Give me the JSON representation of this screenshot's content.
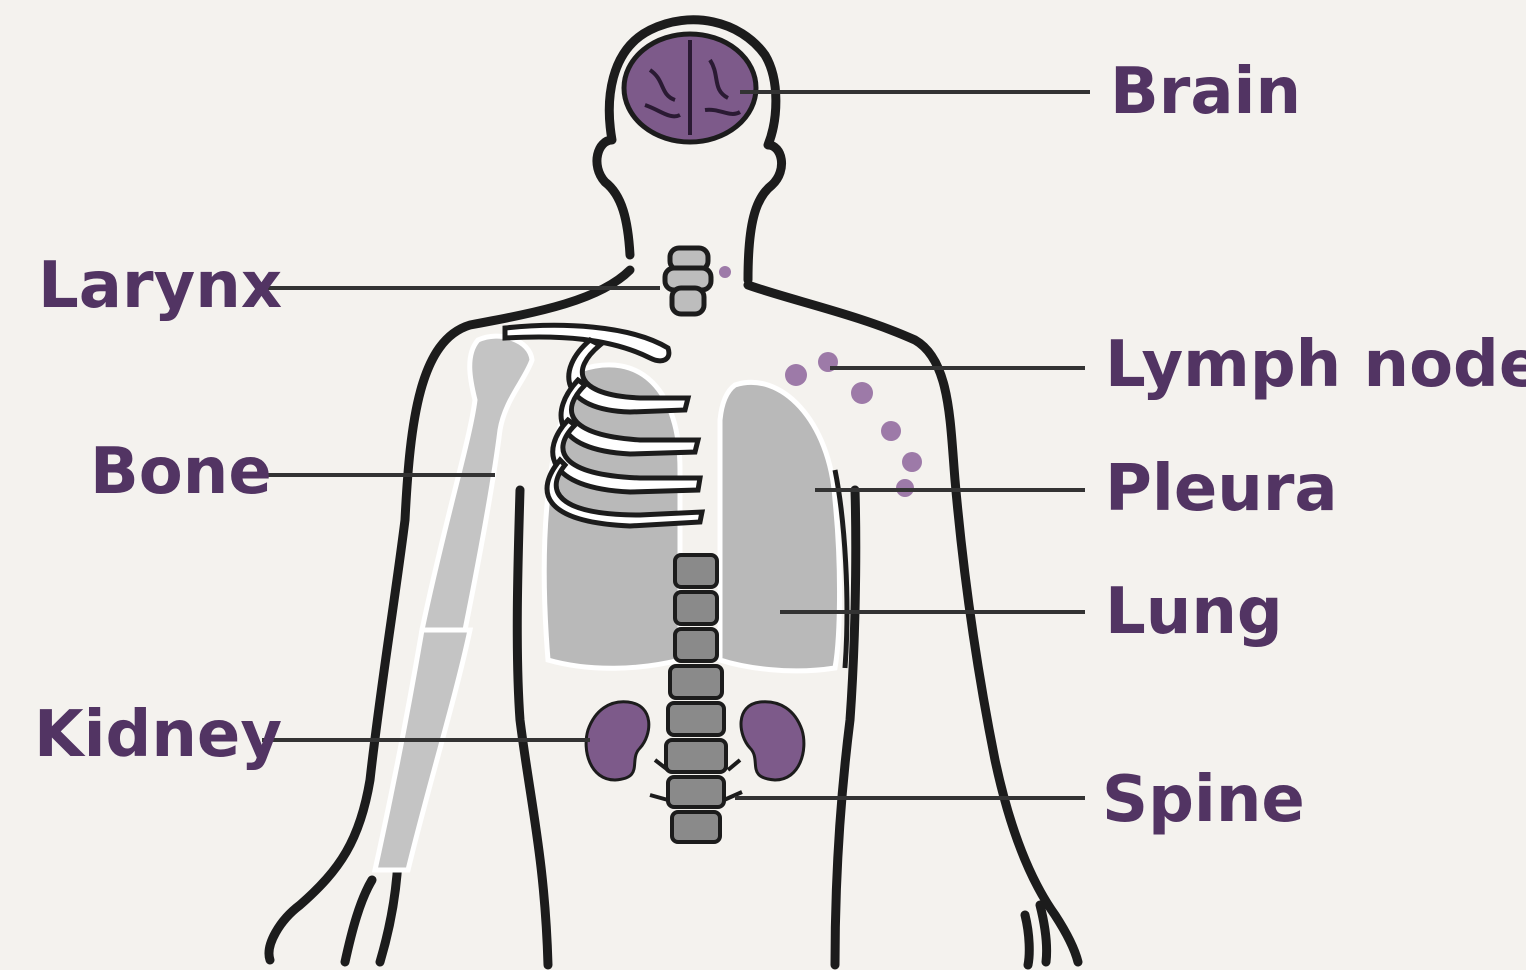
{
  "labels": {
    "brain": "Brain",
    "larynx": "Larynx",
    "lymph_node": "Lymph node",
    "bone": "Bone",
    "pleura": "Pleura",
    "lung": "Lung",
    "kidney": "Kidney",
    "spine": "Spine"
  },
  "colors": {
    "background": "#f4f2ee",
    "label_text": "#523463",
    "outline": "#1c1c1c",
    "organ_purple": "#7d5a8a",
    "tissue_gray": "#b9b9b9",
    "leader_line": "#333333"
  }
}
